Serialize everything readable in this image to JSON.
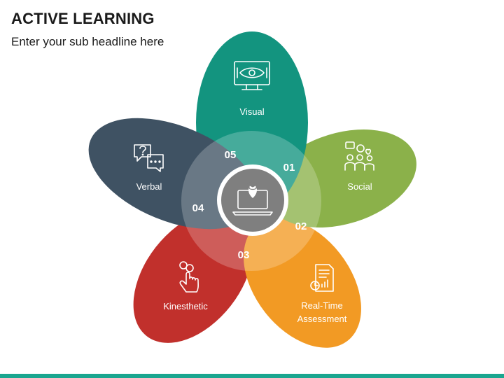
{
  "header": {
    "title": "ACTIVE LEARNING",
    "subtitle": "Enter your sub headline here"
  },
  "colors": {
    "visual": "#13947f",
    "social": "#8bb14a",
    "assessment": "#f29a24",
    "kinesthetic": "#c1302c",
    "verbal": "#3f5263",
    "center": "#7f7f7f",
    "bar": "#1aa68f"
  },
  "petals": [
    {
      "id": "01",
      "label": "Visual",
      "icon": "eye-monitor-icon"
    },
    {
      "id": "02",
      "label": "Social",
      "icon": "people-chat-icon"
    },
    {
      "id": "03",
      "label": "Real-Time",
      "label2": "Assessment",
      "icon": "report-chart-icon"
    },
    {
      "id": "04",
      "label": "Kinesthetic",
      "icon": "hand-touch-icon"
    },
    {
      "id": "05",
      "label": "Verbal",
      "icon": "question-bubbles-icon"
    }
  ],
  "center": {
    "icon": "laptop-graduation-icon"
  }
}
